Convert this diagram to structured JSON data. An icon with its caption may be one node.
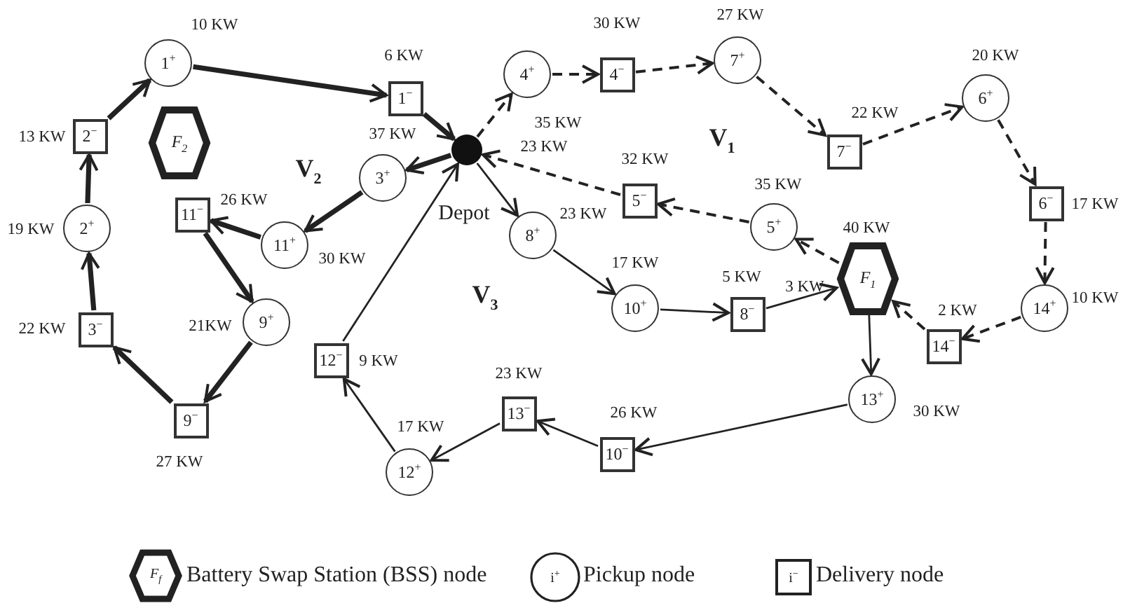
{
  "diagram": {
    "nodes": [
      {
        "text": [],
        "shape": "circle",
        "beside": [
          "23 KW"
        ]
      },
      {
        "text": [
          "1$^{+}$"
        ],
        "beside": [
          "10 KW"
        ]
      },
      {
        "text": [
          "1$^{−}$"
        ],
        "beside": [
          "6 KW"
        ]
      },
      {
        "text": [
          "2$^{−}$"
        ],
        "beside": [
          "13 KW"
        ]
      },
      {
        "text": [
          "2$^{+}$"
        ],
        "beside": [
          "19 KW"
        ]
      },
      {
        "text": [
          "3$^{−}$"
        ],
        "beside": [
          "22 KW"
        ]
      },
      {
        "text": [
          "9$^{−}$"
        ],
        "beside": [
          "27 KW"
        ]
      },
      {
        "text": [
          "9$^{+}$"
        ],
        "beside": [
          "21KW"
        ]
      },
      {
        "text": [
          "11$^{−}$"
        ],
        "beside": [
          "26 KW"
        ]
      },
      {
        "text": [
          "11$^{+}$"
        ],
        "beside": [
          "30 KW"
        ]
      },
      {
        "text": [
          "3$^{+}$"
        ],
        "beside": [
          "37 KW"
        ]
      },
      {
        "text": [
          "F$_{2}$"
        ]
      },
      {
        "text": [
          "4$^{+}$"
        ],
        "beside": [
          "35 KW"
        ]
      },
      {
        "text": [
          "4$^{−}$"
        ],
        "beside": [
          "30 KW"
        ]
      },
      {
        "text": [
          "7$^{+}$"
        ],
        "beside": [
          "27 KW"
        ]
      },
      {
        "text": [
          "7$^{−}$"
        ],
        "beside": [
          "22 KW"
        ]
      },
      {
        "text": [
          "6$^{+}$"
        ],
        "beside": [
          "20 KW"
        ]
      },
      {
        "text": [
          "6$^{−}$"
        ],
        "beside": [
          "17 KW"
        ]
      },
      {
        "text": [
          "14$^{+}$"
        ],
        "beside": [
          "10 KW"
        ]
      },
      {
        "text": [
          "14$^{−}$"
        ],
        "beside": [
          "2 KW"
        ]
      },
      {
        "text": [
          "F$_{1}$"
        ],
        "beside": [
          "40 KW",
          "3 KW"
        ]
      },
      {
        "text": [
          "5$^{+}$"
        ],
        "beside": [
          "35 KW"
        ]
      },
      {
        "text": [
          "5$^{−}$"
        ],
        "beside": [
          "32 KW"
        ]
      },
      {
        "text": [
          "8$^{+}$"
        ],
        "beside": [
          "23 KW"
        ]
      },
      {
        "text": [
          "10$^{+}$"
        ],
        "beside": [
          "17 KW"
        ]
      },
      {
        "text": [
          "8$^{−}$"
        ],
        "beside": [
          "5 KW"
        ]
      },
      {
        "text": [
          "13$^{+}$"
        ],
        "beside": [
          "30 KW"
        ]
      },
      {
        "text": [
          "10$^{−}$"
        ],
        "beside": [
          "26 KW"
        ]
      },
      {
        "text": [
          "13$^{−}$"
        ],
        "beside": [
          "23 KW"
        ]
      },
      {
        "text": [
          "12$^{+}$"
        ],
        "beside": [
          "17 KW"
        ]
      },
      {
        "text": [
          "12$^{−}$"
        ],
        "beside": [
          "9 KW"
        ]
      }
    ],
    "edges": [
      {
        "from": 0,
        "to": 10,
        "arrow": "to",
        "style": "thick"
      },
      {
        "from": 10,
        "to": 9,
        "arrow": "to",
        "style": "thick"
      },
      {
        "from": 9,
        "to": 8,
        "arrow": "to",
        "style": "thick"
      },
      {
        "from": 8,
        "to": 7,
        "arrow": "to",
        "style": "thick"
      },
      {
        "from": 7,
        "to": 6,
        "arrow": "to",
        "style": "thick"
      },
      {
        "from": 6,
        "to": 5,
        "arrow": "to",
        "style": "thick"
      },
      {
        "from": 5,
        "to": 4,
        "arrow": "to",
        "style": "thick"
      },
      {
        "from": 4,
        "to": 3,
        "arrow": "to",
        "style": "thick"
      },
      {
        "from": 3,
        "to": 1,
        "arrow": "to",
        "style": "thick"
      },
      {
        "from": 1,
        "to": 2,
        "arrow": "to",
        "style": "thick"
      },
      {
        "from": 2,
        "to": 0,
        "arrow": "to",
        "style": "thick"
      },
      {
        "from": 0,
        "to": 12,
        "arrow": "to",
        "style": "dashed"
      },
      {
        "from": 12,
        "to": 13,
        "arrow": "to",
        "style": "dashed"
      },
      {
        "from": 13,
        "to": 14,
        "arrow": "to",
        "style": "dashed"
      },
      {
        "from": 14,
        "to": 15,
        "arrow": "to",
        "style": "dashed"
      },
      {
        "from": 15,
        "to": 16,
        "arrow": "to",
        "style": "dashed"
      },
      {
        "from": 16,
        "to": 17,
        "arrow": "to",
        "style": "dashed"
      },
      {
        "from": 17,
        "to": 18,
        "arrow": "to",
        "style": "dashed"
      },
      {
        "from": 18,
        "to": 19,
        "arrow": "to",
        "style": "dashed"
      },
      {
        "from": 19,
        "to": 20,
        "arrow": "to",
        "style": "dashed"
      },
      {
        "from": 20,
        "to": 21,
        "arrow": "to",
        "style": "dashed"
      },
      {
        "from": 21,
        "to": 22,
        "arrow": "to",
        "style": "dashed"
      },
      {
        "from": 22,
        "to": 0,
        "arrow": "to",
        "style": "dashed"
      },
      {
        "from": 0,
        "to": 23,
        "arrow": "to"
      },
      {
        "from": 23,
        "to": 24,
        "arrow": "to"
      },
      {
        "from": 24,
        "to": 25,
        "arrow": "to"
      },
      {
        "from": 25,
        "to": 20,
        "arrow": "to"
      },
      {
        "from": 20,
        "to": 26,
        "arrow": "to"
      },
      {
        "from": 26,
        "to": 27,
        "arrow": "to"
      },
      {
        "from": 27,
        "to": 28,
        "arrow": "to"
      },
      {
        "from": 28,
        "to": 29,
        "arrow": "to"
      },
      {
        "from": 29,
        "to": 30,
        "arrow": "to"
      },
      {
        "from": 30,
        "to": 0,
        "arrow": "to"
      }
    ],
    "labels": [
      "V$_{1}$",
      "V$_{2}$",
      "Depot",
      "V$_{3}$",
      "F$_{f}$",
      "i$^{+}$",
      "i$^{−}$"
    ],
    "legend": [
      {
        "text": "Battery Swap Station (BSS) node"
      },
      {
        "text": "Pickup node"
      },
      {
        "text": "Delivery node"
      }
    ]
  }
}
